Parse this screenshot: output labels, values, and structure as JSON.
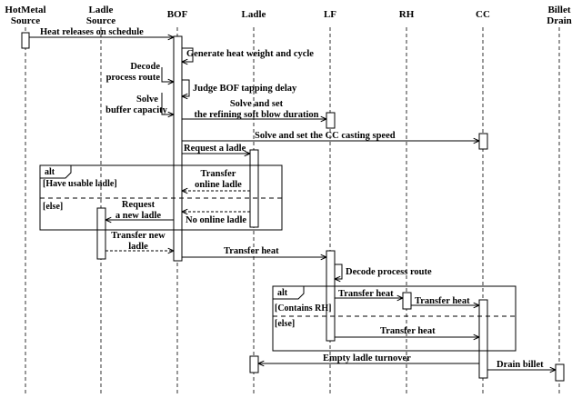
{
  "participants": {
    "hotmetal": [
      "HotMetal",
      "Source"
    ],
    "ladle_source": [
      "Ladle",
      "Source"
    ],
    "bof": "BOF",
    "ladle": "Ladle",
    "lf": "LF",
    "rh": "RH",
    "cc": "CC",
    "billet": [
      "Billet",
      "Drain"
    ]
  },
  "messages": {
    "heat_releases": "Heat releases on schedule",
    "generate_heat": "Generate heat weight and cycle",
    "decode_route": [
      "Decode",
      "process route"
    ],
    "judge_delay": "Judge BOF tapping delay",
    "solve_buffer": [
      "Solve",
      "buffer capacity"
    ],
    "solve_soft_blow": [
      "Solve and set",
      "the refining soft blow duration"
    ],
    "solve_cc_speed": "Solve and set the CC casting speed",
    "request_ladle": "Request a ladle",
    "transfer_online": [
      "Transfer",
      "online ladle"
    ],
    "request_new": [
      "Request",
      "a new ladle"
    ],
    "no_online": "No online ladle",
    "transfer_new": [
      "Transfer new",
      "ladle"
    ],
    "transfer_heat_lf": "Transfer heat",
    "decode_route_lf": "Decode process route",
    "transfer_heat_rh": "Transfer heat",
    "transfer_heat_cc1": "Transfer heat",
    "transfer_heat_cc2": "Transfer heat",
    "empty_turnover": "Empty ladle turnover",
    "drain_billet": "Drain billet"
  },
  "fragments": {
    "alt1": {
      "tag": "alt",
      "guard1": "[Have usable ladle]",
      "guard2": "[else]"
    },
    "alt2": {
      "tag": "alt",
      "guard1": "[Contains RH]",
      "guard2": "[else]"
    }
  }
}
